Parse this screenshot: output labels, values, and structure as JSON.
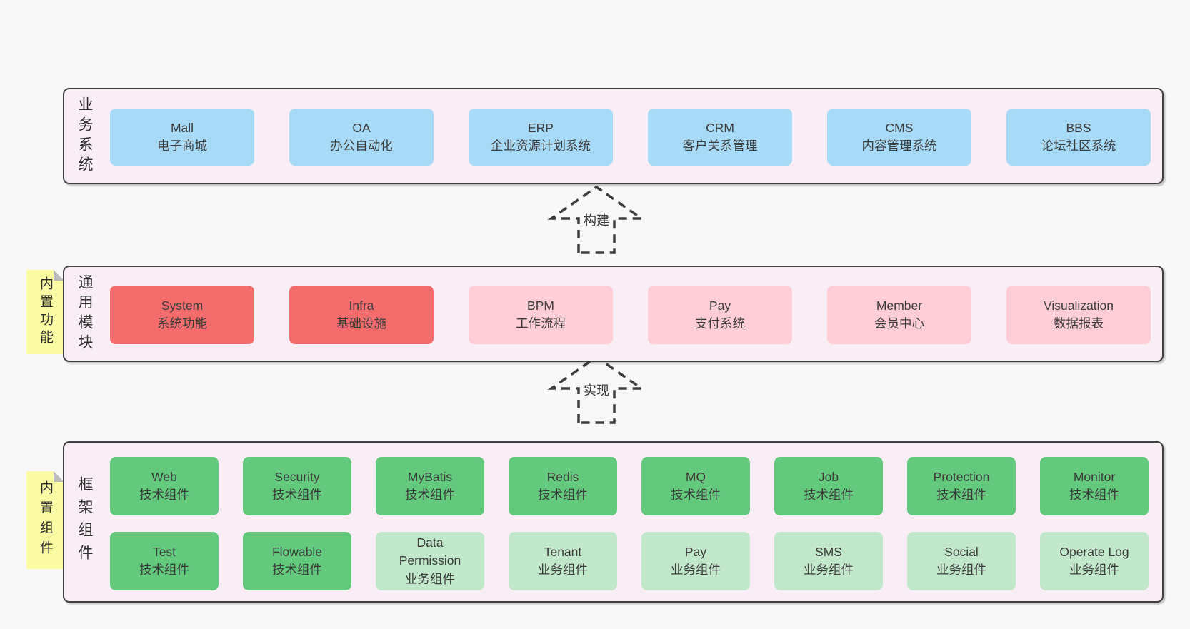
{
  "colors": {
    "page_bg": "#f8f8f8",
    "container_bg": "#f9eef6",
    "container_border": "#3f3f3f",
    "blue_box": "#a7daf6",
    "red_box": "#f56c6c",
    "pink_box": "#fecdd6",
    "green_box": "#63c97c",
    "light_green_box": "#c2e8cb",
    "sticky_yellow": "#fafba3",
    "sticky_fold_gray": "#bcbcbc",
    "text": "#3b3b3b"
  },
  "arrows": [
    {
      "label": "构建"
    },
    {
      "label": "实现"
    }
  ],
  "layers": {
    "business": {
      "label": "业务系统",
      "boxes": [
        {
          "title": "Mall",
          "subtitle": "电子商城",
          "variant": "blue"
        },
        {
          "title": "OA",
          "subtitle": "办公自动化",
          "variant": "blue"
        },
        {
          "title": "ERP",
          "subtitle": "企业资源计划系统",
          "variant": "blue"
        },
        {
          "title": "CRM",
          "subtitle": "客户关系管理",
          "variant": "blue"
        },
        {
          "title": "CMS",
          "subtitle": "内容管理系统",
          "variant": "blue"
        },
        {
          "title": "BBS",
          "subtitle": "论坛社区系统",
          "variant": "blue"
        }
      ]
    },
    "modules": {
      "label": "通用模块",
      "sticky": "内置功能",
      "boxes": [
        {
          "title": "System",
          "subtitle": "系统功能",
          "variant": "red"
        },
        {
          "title": "Infra",
          "subtitle": "基础设施",
          "variant": "red"
        },
        {
          "title": "BPM",
          "subtitle": "工作流程",
          "variant": "pink"
        },
        {
          "title": "Pay",
          "subtitle": "支付系统",
          "variant": "pink"
        },
        {
          "title": "Member",
          "subtitle": "会员中心",
          "variant": "pink"
        },
        {
          "title": "Visualization",
          "subtitle": "数据报表",
          "variant": "pink"
        }
      ]
    },
    "components": {
      "label": "框架组件",
      "sticky": "内置组件",
      "rows": [
        [
          {
            "title": "Web",
            "subtitle": "技术组件",
            "variant": "green"
          },
          {
            "title": "Security",
            "subtitle": "技术组件",
            "variant": "green"
          },
          {
            "title": "MyBatis",
            "subtitle": "技术组件",
            "variant": "green"
          },
          {
            "title": "Redis",
            "subtitle": "技术组件",
            "variant": "green"
          },
          {
            "title": "MQ",
            "subtitle": "技术组件",
            "variant": "green"
          },
          {
            "title": "Job",
            "subtitle": "技术组件",
            "variant": "green"
          },
          {
            "title": "Protection",
            "subtitle": "技术组件",
            "variant": "green"
          },
          {
            "title": "Monitor",
            "subtitle": "技术组件",
            "variant": "green"
          }
        ],
        [
          {
            "title": "Test",
            "subtitle": "技术组件",
            "variant": "green"
          },
          {
            "title": "Flowable",
            "subtitle": "技术组件",
            "variant": "green"
          },
          {
            "title": "Data Permission",
            "subtitle": "业务组件",
            "variant": "lightgreen"
          },
          {
            "title": "Tenant",
            "subtitle": "业务组件",
            "variant": "lightgreen"
          },
          {
            "title": "Pay",
            "subtitle": "业务组件",
            "variant": "lightgreen"
          },
          {
            "title": "SMS",
            "subtitle": "业务组件",
            "variant": "lightgreen"
          },
          {
            "title": "Social",
            "subtitle": "业务组件",
            "variant": "lightgreen"
          },
          {
            "title": "Operate Log",
            "subtitle": "业务组件",
            "variant": "lightgreen"
          }
        ]
      ]
    }
  }
}
